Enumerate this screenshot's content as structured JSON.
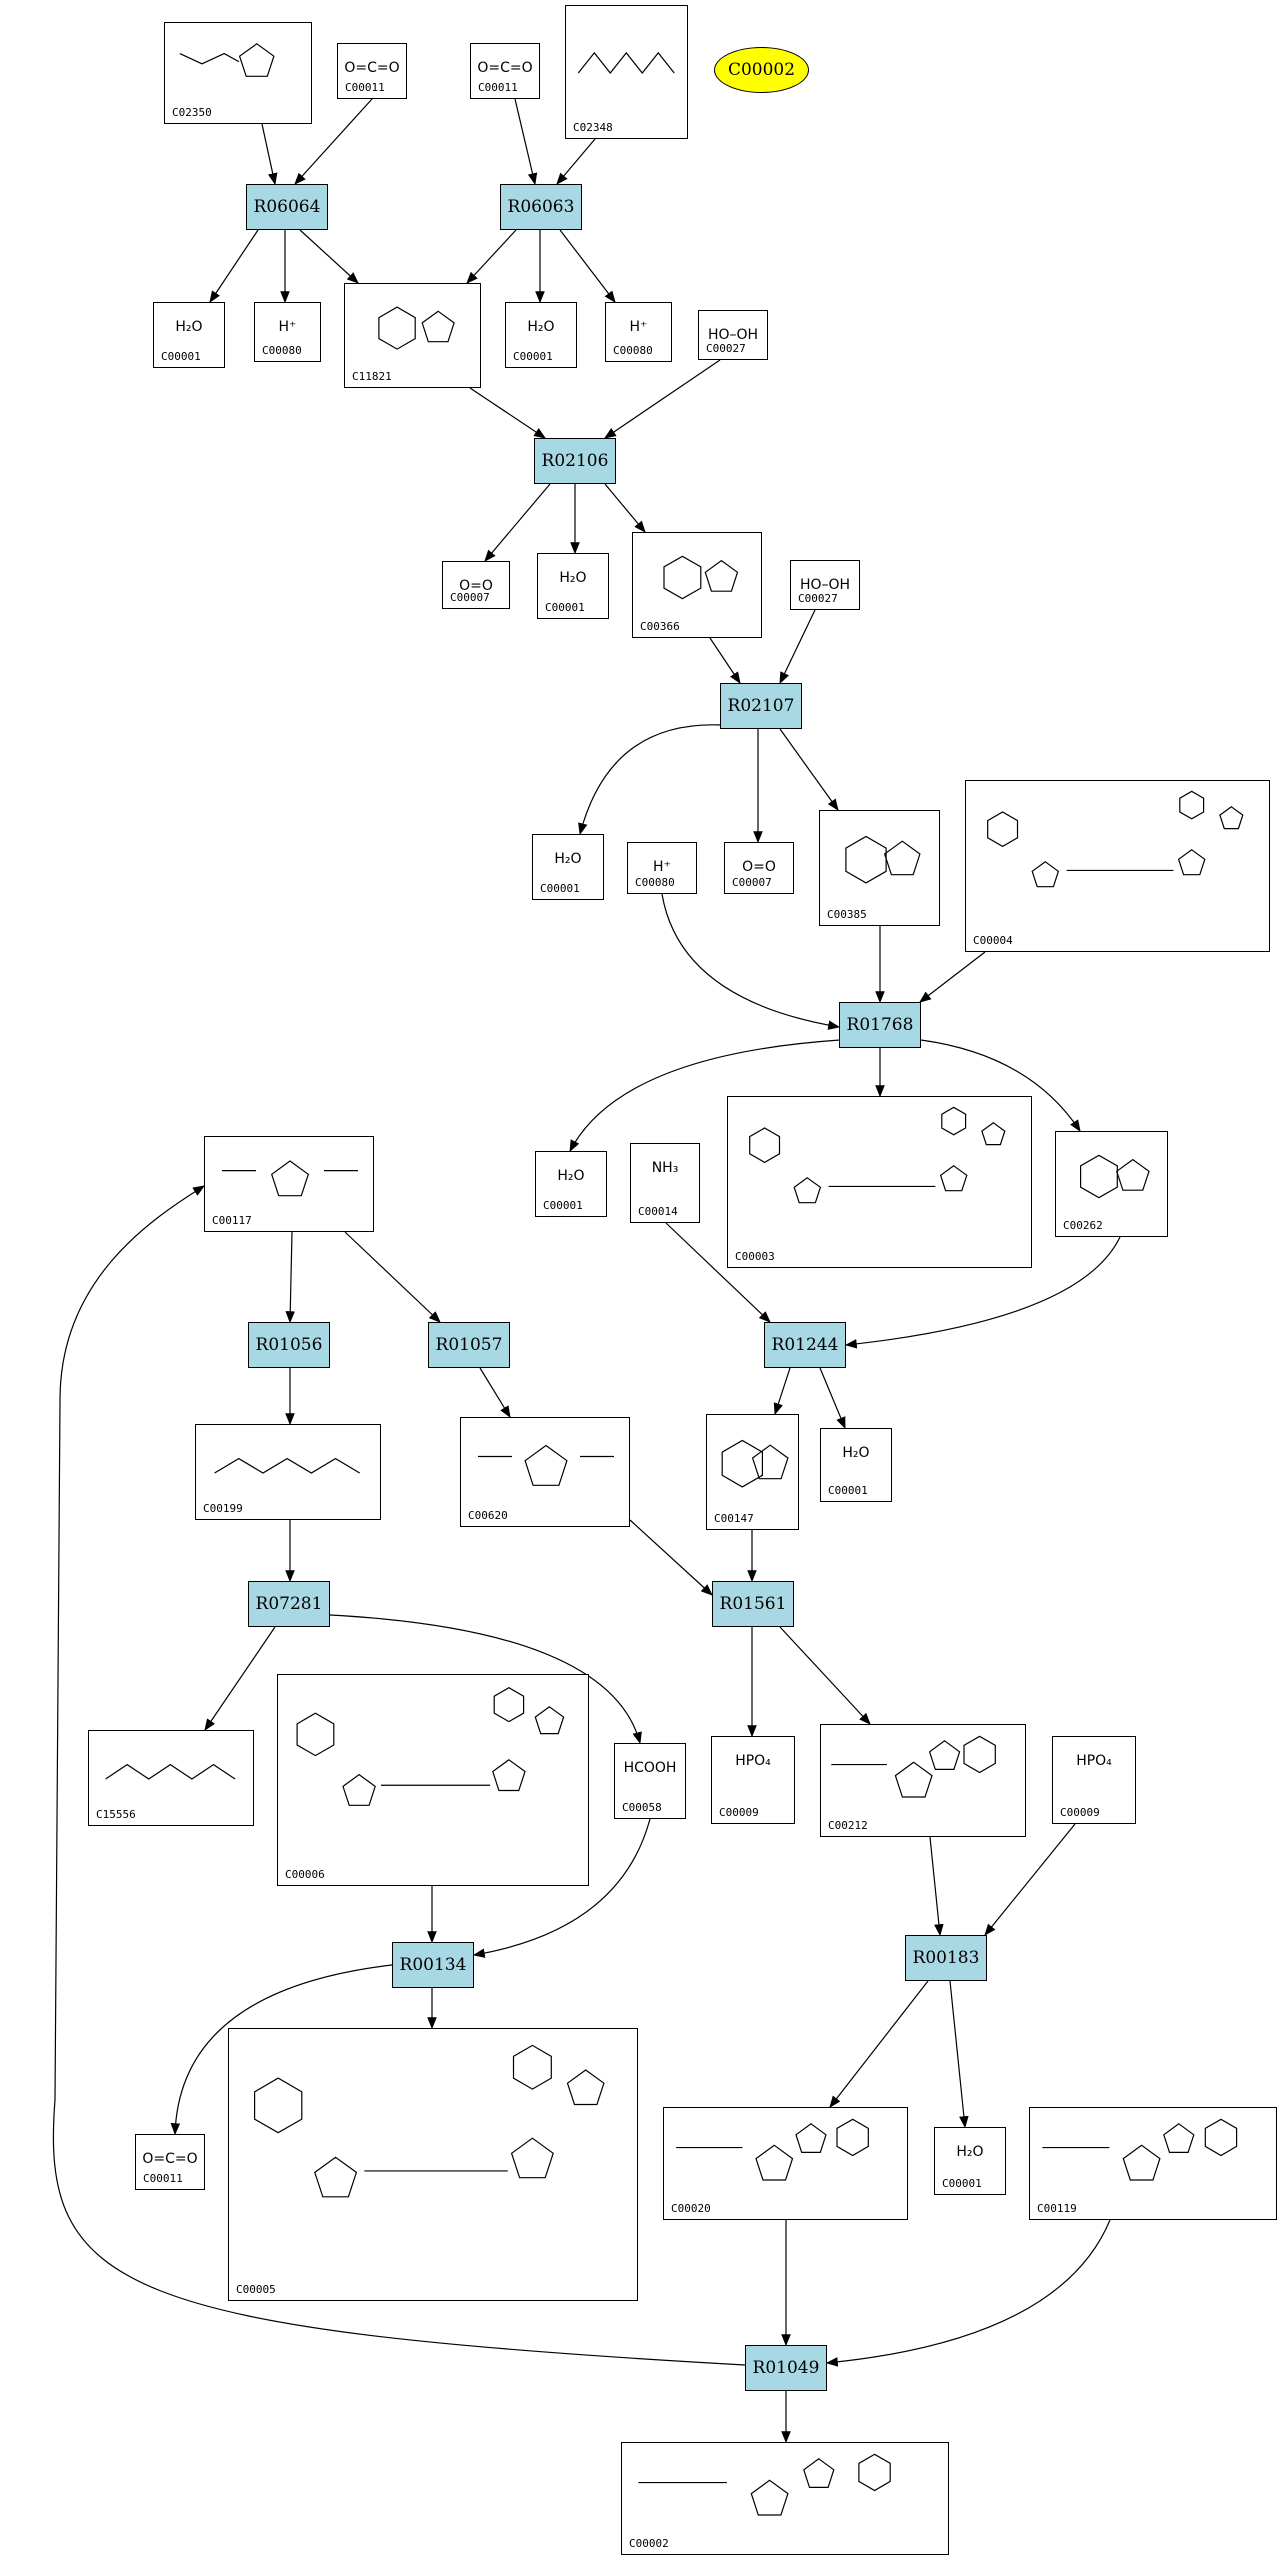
{
  "highlight": {
    "id": "C00002"
  },
  "reactions": {
    "R06064": "R06064",
    "R06063": "R06063",
    "R02106": "R02106",
    "R02107": "R02107",
    "R01768": "R01768",
    "R01244": "R01244",
    "R01056": "R01056",
    "R01057": "R01057",
    "R01561": "R01561",
    "R07281": "R07281",
    "R00134": "R00134",
    "R00183": "R00183",
    "R01049": "R01049"
  },
  "compounds": {
    "C02350": "C02350",
    "C00011": "C00011",
    "C02348": "C02348",
    "C00001": "C00001",
    "C00080": "C00080",
    "C11821": "C11821",
    "C00027": "C00027",
    "C00007": "C00007",
    "C00366": "C00366",
    "C00385": "C00385",
    "C00004": "C00004",
    "C00117": "C00117",
    "C00014": "C00014",
    "C00003": "C00003",
    "C00262": "C00262",
    "C00199": "C00199",
    "C00620": "C00620",
    "C00147": "C00147",
    "C15556": "C15556",
    "C00006": "C00006",
    "C00058": "C00058",
    "C00009": "C00009",
    "C00212": "C00212",
    "C00005": "C00005",
    "C00020": "C00020",
    "C00119": "C00119",
    "C00002": "C00002"
  },
  "formulas": {
    "water": "H₂O",
    "proton": "H⁺",
    "peroxide": "HO–OH",
    "oxygen": "O=O",
    "co2": "O=C=O",
    "ammonia": "NH₃",
    "formate": "HCOOH",
    "phosphate": "HPO₄"
  }
}
